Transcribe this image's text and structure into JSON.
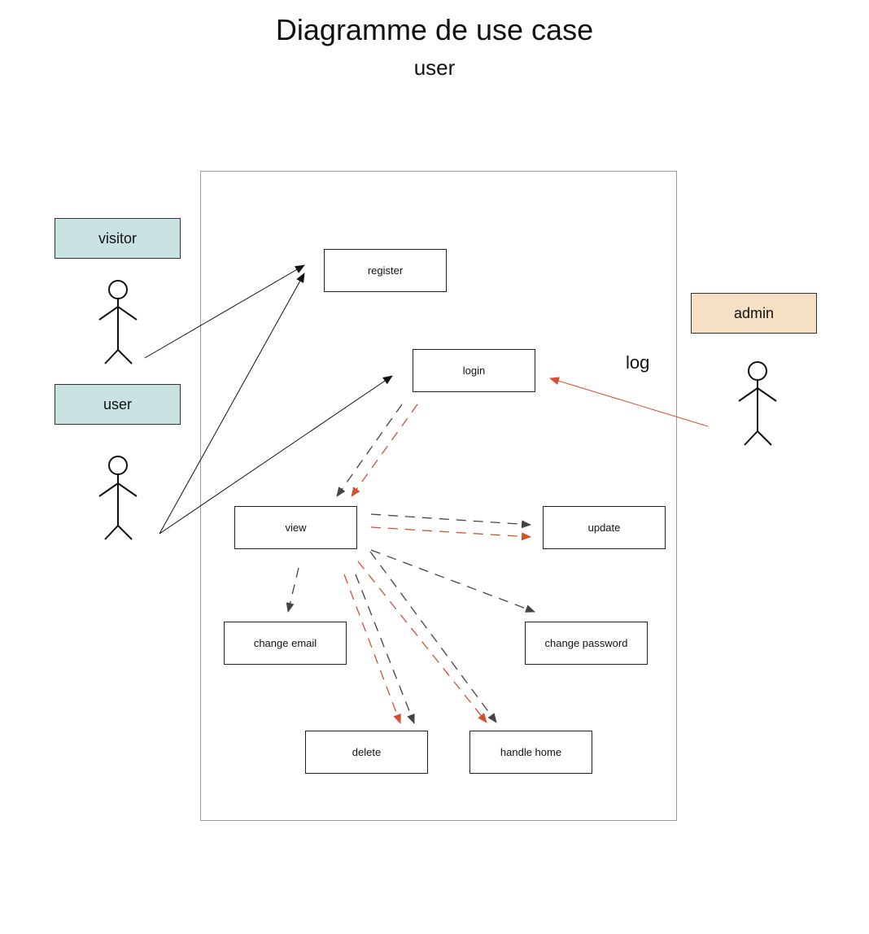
{
  "title": "Diagramme de use case",
  "subtitle": "user",
  "actors": {
    "visitor": {
      "label": "visitor",
      "color": "#c9e3e3"
    },
    "user": {
      "label": "user",
      "color": "#c9e3e3"
    },
    "admin": {
      "label": "admin",
      "color": "#f5e0c4"
    }
  },
  "use_cases": {
    "register": "register",
    "login": "login",
    "view": "view",
    "update": "update",
    "change_email": "change email",
    "change_password": "change password",
    "delete": "delete",
    "handle_home": "handle home"
  },
  "annotations": {
    "log": "log"
  },
  "colors": {
    "solid_line": "#111111",
    "dashed_dark": "#444444",
    "accent_orange": "#d2502f"
  }
}
